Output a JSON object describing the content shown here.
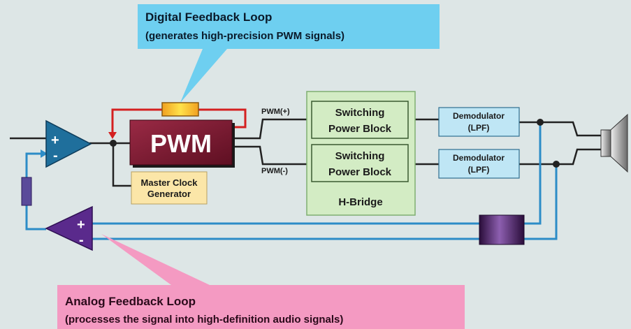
{
  "callouts": {
    "digital": {
      "title": "Digital Feedback Loop",
      "subtitle": "(generates high-precision PWM signals)",
      "color": "#6ecff0"
    },
    "analog": {
      "title": "Analog Feedback Loop",
      "subtitle": "(processes the signal into high-definition audio signals)",
      "color": "#f49ac2"
    }
  },
  "amplifiers": {
    "input": {
      "plus": "+",
      "minus": "-",
      "color": "#1f6f9c"
    },
    "feedback": {
      "plus": "+",
      "minus": "-",
      "color": "#5a2a8c"
    }
  },
  "pwm_block": {
    "label": "PWM",
    "color": "#7a1630"
  },
  "master_clock": {
    "line1": "Master Clock",
    "line2": "Generator",
    "color": "#fbe6a8"
  },
  "pwm_signals": {
    "positive": "PWM(+)",
    "negative": "PWM(-)"
  },
  "h_bridge": {
    "label": "H-Bridge",
    "color": "#d3ecc4",
    "blocks": [
      {
        "line1": "Switching",
        "line2": "Power Block"
      },
      {
        "line1": "Switching",
        "line2": "Power Block"
      }
    ]
  },
  "demodulators": [
    {
      "line1": "Demodulator",
      "line2": "(LPF)"
    },
    {
      "line1": "Demodulator",
      "line2": "(LPF)"
    }
  ],
  "colors": {
    "wire": "#222222",
    "feedback_wire": "#2c8cc7",
    "digital_loop_wire": "#d42020",
    "background": "#dde6e6"
  }
}
